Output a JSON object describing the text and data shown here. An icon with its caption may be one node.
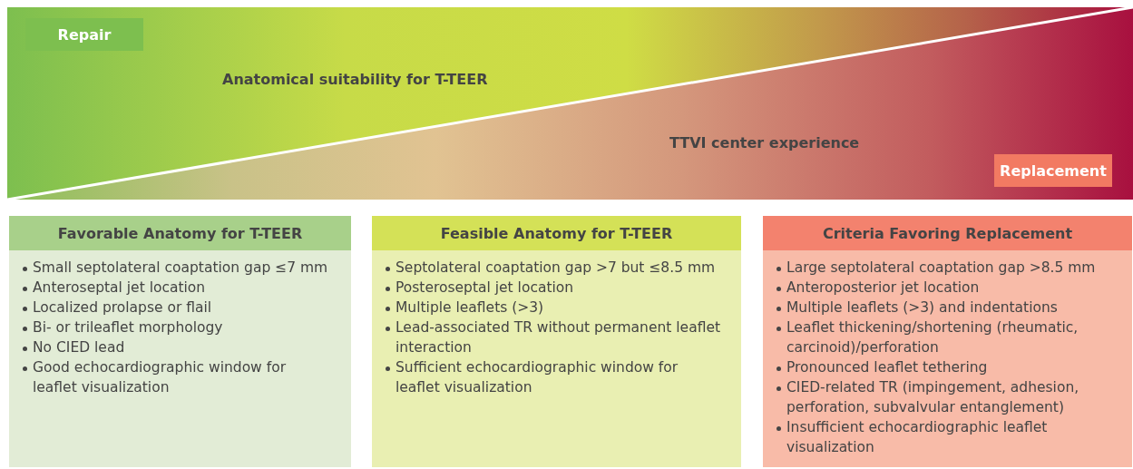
{
  "diagram": {
    "nodes": [
      {
        "text": [
          "Repair"
        ],
        "in": 1
      },
      {
        "text": [
          "Anatomical suitability for T-TEER"
        ]
      },
      {
        "text": [
          "TTVI center experience"
        ]
      },
      {
        "text": [
          "Replacement"
        ],
        "in": 2
      },
      {
        "text": [
          "Favorable Anatomy for T-TEER",
          "Small septolateral coaptation gap ≤7 mm",
          "Anteroseptal jet location",
          "Localized prolapse or flail",
          "Bi- or trileaflet morphology",
          "No CIED lead",
          "Good echocardiographic window for leaflet visualization"
        ]
      },
      {
        "text": [
          "Feasible Anatomy for T-TEER",
          "Septolateral coaptation gap >7 but ≤8.5 mm",
          "Posteroseptal jet location",
          "Multiple leaflets (>3)",
          "Lead-associated TR without permanent leaflet interaction",
          "Sufficient echocardiographic window for leaflet visualization"
        ]
      },
      {
        "text": [
          "Criteria Favoring Replacement",
          "Large septolateral coaptation gap >8.5 mm",
          "Anteroposterior jet location",
          "Multiple leaflets (>3) and indentations",
          "Leaflet thickening/shortening (rheumatic, carcinoid)/perforation",
          "Pronounced leaflet tethering",
          "CIED-related TR (impingement, adhesion, perforation, subvalvular entanglement)",
          "Insufficient echocardiographic leaflet visualization"
        ]
      }
    ]
  }
}
